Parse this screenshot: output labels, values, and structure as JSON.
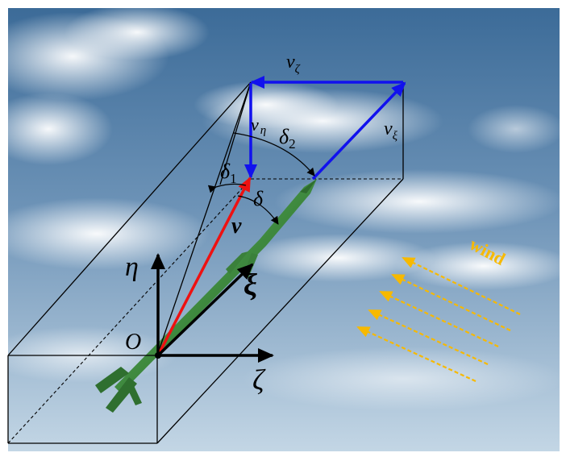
{
  "labels": {
    "v_zeta": "v",
    "v_zeta_sub": "ζ",
    "v_xi": "v",
    "v_xi_sub": "ξ",
    "v_eta": "v",
    "v_eta_sub": "η",
    "delta2": "δ",
    "delta2_sub": "2",
    "delta1": "δ",
    "delta1_sub": "1",
    "delta": "δ",
    "v": "v",
    "eta_axis": "η",
    "xi_axis": "ξ",
    "zeta_axis": "ζ",
    "origin": "O",
    "wind": "wind"
  },
  "colors": {
    "velocity_red": "#ee1111",
    "components_blue": "#1111ee",
    "axes_black": "#000000",
    "wind_orange": "#f7b900",
    "missile_green": "#3f8f3f",
    "sky_top": "#3f6f9c",
    "sky_bottom": "#c6d8e6"
  }
}
